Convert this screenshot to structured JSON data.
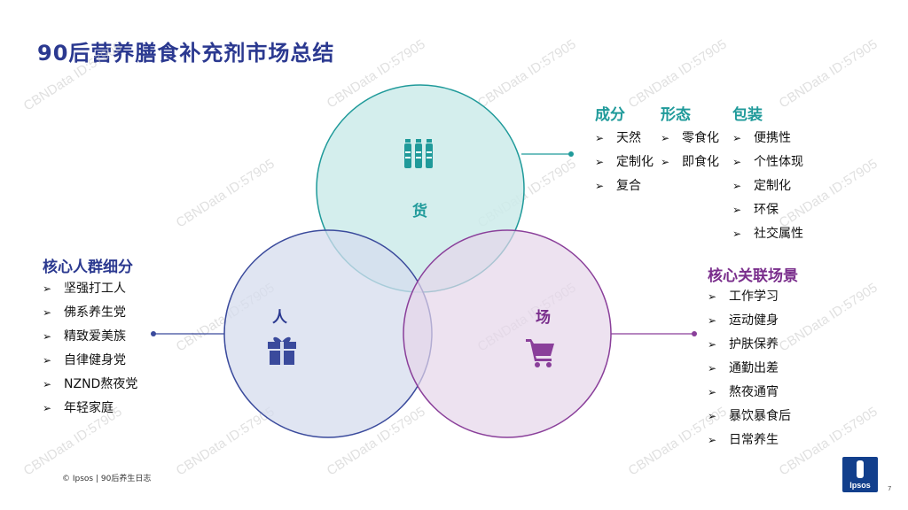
{
  "title": "90后营养膳食补充剂市场总结",
  "watermark": "CBNData ID:57905",
  "venn": {
    "goods_label": "货",
    "people_label": "人",
    "place_label": "场",
    "goods_icon": "bottles-icon",
    "people_icon": "gift-icon",
    "place_icon": "shopping-cart-icon",
    "colors": {
      "goods_fill": "#cdebea",
      "goods_stroke": "#1f9a9a",
      "people_fill": "#d6dcee",
      "people_stroke": "#3a4a9c",
      "place_fill": "#e6d6ea",
      "place_stroke": "#8a3f9a"
    }
  },
  "goods": {
    "headers": [
      "成分",
      "形态",
      "包装"
    ],
    "ingredient": [
      "天然",
      "定制化",
      "复合"
    ],
    "form": [
      "零食化",
      "即食化"
    ],
    "packaging": [
      "便携性",
      "个性体现",
      "定制化",
      "环保",
      "社交属性"
    ]
  },
  "people": {
    "header": "核心人群细分",
    "items": [
      "坚强打工人",
      "佛系养生党",
      "精致爱美族",
      "自律健身党",
      "NZND熬夜党",
      "年轻家庭"
    ]
  },
  "place": {
    "header": "核心关联场景",
    "items": [
      "工作学习",
      "运动健身",
      "护肤保养",
      "通勤出差",
      "熬夜通宵",
      "暴饮暴食后",
      "日常养生"
    ]
  },
  "footer": "© Ipsos | 90后养生日志",
  "page_number": "7",
  "logo_text": "Ipsos",
  "bullet_glyph": "➢"
}
